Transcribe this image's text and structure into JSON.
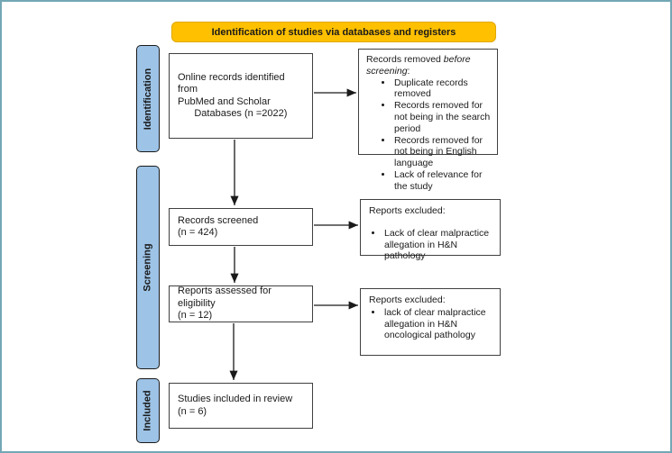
{
  "banner": {
    "label": "Identification of studies via databases and registers"
  },
  "stages": [
    {
      "label": "Identification"
    },
    {
      "label": "Screening"
    },
    {
      "label": "Included"
    }
  ],
  "boxes": {
    "identified": {
      "text": "Online records identified from\nPubMed and Scholar\n      Databases (n =2022)"
    },
    "screened": {
      "text": "Records screened\n(n = 424)"
    },
    "assessed": {
      "text": "Reports assessed for eligibility\n(n = 12)"
    },
    "included": {
      "text": "Studies included in review\n(n = 6)"
    },
    "removed": {
      "title_prefix": "Records removed ",
      "title_italic": "before\nscreening",
      "title_suffix": ":",
      "bullets": [
        "Duplicate records removed",
        "Records removed for not being in the search period",
        "Records removed for not being in English language",
        "Lack of relevance for the study"
      ]
    },
    "excluded1": {
      "title": "Reports excluded:",
      "bullets": [
        "Lack of clear malpractice allegation in H&N pathology"
      ]
    },
    "excluded2": {
      "title": "Reports excluded:",
      "bullets": [
        "lack of clear malpractice allegation in H&N oncological pathology"
      ]
    }
  },
  "colors": {
    "banner_bg": "#ffc000",
    "stage_bg": "#9dc3e6",
    "frame_border": "#73a7b5",
    "box_border": "#404040"
  }
}
